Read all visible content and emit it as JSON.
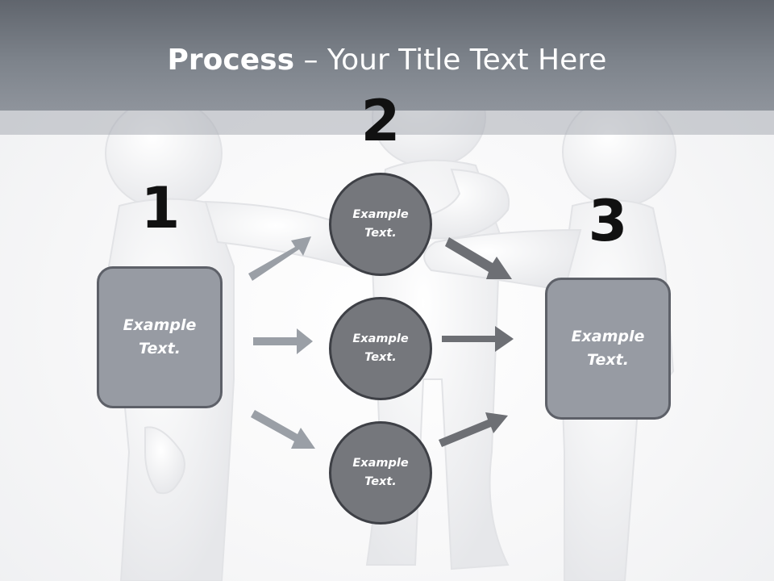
{
  "title": {
    "bold": "Process",
    "rest": " – Your Title Text Here"
  },
  "steps": [
    {
      "number": "1"
    },
    {
      "number": "2"
    },
    {
      "number": "3"
    }
  ],
  "left_box": {
    "line1": "Example",
    "line2": "Text."
  },
  "right_box": {
    "line1": "Example",
    "line2": "Text."
  },
  "circles": [
    {
      "line1": "Example",
      "line2": "Text."
    },
    {
      "line1": "Example",
      "line2": "Text."
    },
    {
      "line1": "Example",
      "line2": "Text."
    }
  ],
  "colors": {
    "title_bar": "#7d838b",
    "box_fill": "#979ba3",
    "circle_fill": "#75777c",
    "arrow_light": "#9a9fa6",
    "arrow_dark": "#6d6f74"
  }
}
